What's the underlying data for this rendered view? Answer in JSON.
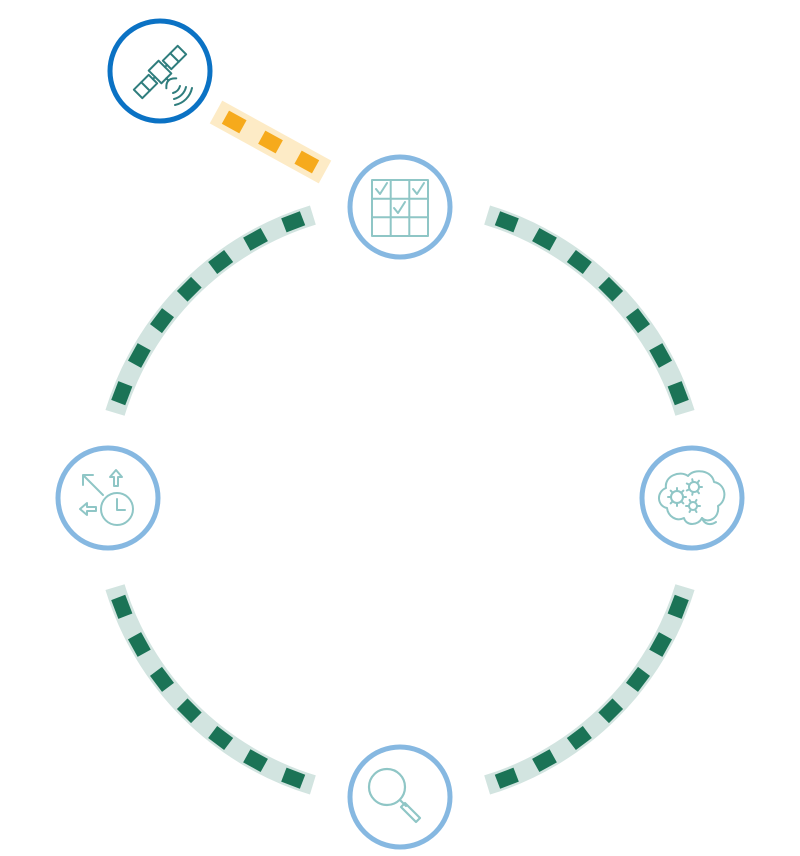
{
  "colors": {
    "background": "#ffffff",
    "node_ring": "#86b8e1",
    "source_ring": "#0b72c4",
    "icon_stroke": "#8fc6c6",
    "source_icon_stroke": "#2f7d7d",
    "arc_track": "#d2e4e0",
    "arc_block": "#1b7356",
    "link_track": "#fdebc6",
    "link_block": "#f6aa1c"
  },
  "cycle": {
    "nodes": [
      {
        "id": "node-top",
        "icon": "checklist-grid-icon"
      },
      {
        "id": "node-right",
        "icon": "brain-gears-icon"
      },
      {
        "id": "node-bottom",
        "icon": "magnifier-icon"
      },
      {
        "id": "node-left",
        "icon": "arrows-clock-icon"
      }
    ],
    "arcs": [
      {
        "id": "top-right",
        "blocks": 7
      },
      {
        "id": "right-bottom",
        "blocks": 7
      },
      {
        "id": "bottom-left",
        "blocks": 7
      },
      {
        "id": "left-top",
        "blocks": 7
      }
    ]
  },
  "source": {
    "icon": "satellite-icon",
    "link_blocks": 3
  }
}
